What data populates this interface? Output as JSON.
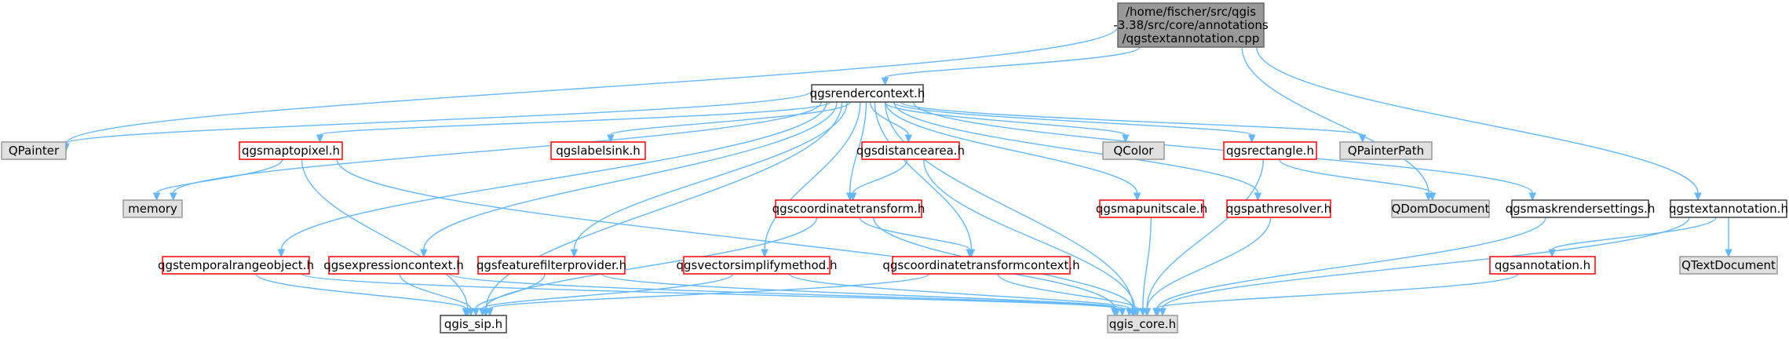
{
  "palette": {
    "root_fill": "#999999",
    "root_border": "#666666",
    "normal_fill": "#ffffff",
    "normal_border": "#404040",
    "linked_fill": "#ffffff",
    "linked_border": "#ff0000",
    "external_fill": "#e0e0e0",
    "external_border": "#999999",
    "edge": "#63b8ff"
  },
  "graph": {
    "nodes": [
      {
        "id": "root",
        "lines": [
          "/home/fischer/src/qgis",
          "-3.38/src/core/annotations",
          "/qgstextannotation.cpp"
        ],
        "style": "root"
      },
      {
        "id": "rendercontext",
        "lines": [
          "qgsrendercontext.h"
        ],
        "style": "normal"
      },
      {
        "id": "qpainter",
        "lines": [
          "QPainter"
        ],
        "style": "external"
      },
      {
        "id": "maptopixel",
        "lines": [
          "qgsmaptopixel.h"
        ],
        "style": "linked"
      },
      {
        "id": "labelsink",
        "lines": [
          "qgslabelsink.h"
        ],
        "style": "linked"
      },
      {
        "id": "distancearea",
        "lines": [
          "qgsdistancearea.h"
        ],
        "style": "linked"
      },
      {
        "id": "qcolor",
        "lines": [
          "QColor"
        ],
        "style": "external"
      },
      {
        "id": "rectangle",
        "lines": [
          "qgsrectangle.h"
        ],
        "style": "linked"
      },
      {
        "id": "qpainterpath",
        "lines": [
          "QPainterPath"
        ],
        "style": "external"
      },
      {
        "id": "memory",
        "lines": [
          "memory"
        ],
        "style": "external"
      },
      {
        "id": "coordtransform",
        "lines": [
          "qgscoordinatetransform.h"
        ],
        "style": "linked"
      },
      {
        "id": "mapunitscale",
        "lines": [
          "qgsmapunitscale.h"
        ],
        "style": "linked"
      },
      {
        "id": "pathresolver",
        "lines": [
          "qgspathresolver.h"
        ],
        "style": "linked"
      },
      {
        "id": "qdomdocument",
        "lines": [
          "QDomDocument"
        ],
        "style": "external"
      },
      {
        "id": "maskrender",
        "lines": [
          "qgsmaskrendersettings.h"
        ],
        "style": "normal"
      },
      {
        "id": "textannotation",
        "lines": [
          "qgstextannotation.h"
        ],
        "style": "normal"
      },
      {
        "id": "temporalrange",
        "lines": [
          "qgstemporalrangeobject.h"
        ],
        "style": "linked"
      },
      {
        "id": "exprcontext",
        "lines": [
          "qgsexpressioncontext.h"
        ],
        "style": "linked"
      },
      {
        "id": "featurefilter",
        "lines": [
          "qgsfeaturefilterprovider.h"
        ],
        "style": "linked"
      },
      {
        "id": "vectorsimplify",
        "lines": [
          "qgsvectorsimplifymethod.h"
        ],
        "style": "linked"
      },
      {
        "id": "coordtransformctx",
        "lines": [
          "qgscoordinatetransformcontext.h"
        ],
        "style": "linked"
      },
      {
        "id": "annotation",
        "lines": [
          "qgsannotation.h"
        ],
        "style": "linked"
      },
      {
        "id": "qtextdocument",
        "lines": [
          "QTextDocument"
        ],
        "style": "external"
      },
      {
        "id": "qgissip",
        "lines": [
          "qgis_sip.h"
        ],
        "style": "normal"
      },
      {
        "id": "qgiscore",
        "lines": [
          "qgis_core.h"
        ],
        "style": "external"
      }
    ],
    "edges": [
      {
        "from": "root",
        "to": "rendercontext"
      },
      {
        "from": "root",
        "to": "qpainter"
      },
      {
        "from": "root",
        "to": "qdomdocument"
      },
      {
        "from": "root",
        "to": "textannotation"
      },
      {
        "from": "rendercontext",
        "to": "qpainter"
      },
      {
        "from": "rendercontext",
        "to": "memory"
      },
      {
        "from": "rendercontext",
        "to": "qgissip"
      },
      {
        "from": "rendercontext",
        "to": "maptopixel"
      },
      {
        "from": "rendercontext",
        "to": "labelsink"
      },
      {
        "from": "rendercontext",
        "to": "temporalrange"
      },
      {
        "from": "rendercontext",
        "to": "exprcontext"
      },
      {
        "from": "rendercontext",
        "to": "featurefilter"
      },
      {
        "from": "rendercontext",
        "to": "vectorsimplify"
      },
      {
        "from": "rendercontext",
        "to": "coordtransform"
      },
      {
        "from": "rendercontext",
        "to": "distancearea"
      },
      {
        "from": "rendercontext",
        "to": "coordtransformctx"
      },
      {
        "from": "rendercontext",
        "to": "qgiscore"
      },
      {
        "from": "rendercontext",
        "to": "qcolor"
      },
      {
        "from": "rendercontext",
        "to": "mapunitscale"
      },
      {
        "from": "rendercontext",
        "to": "rectangle"
      },
      {
        "from": "rendercontext",
        "to": "pathresolver"
      },
      {
        "from": "rendercontext",
        "to": "qpainterpath"
      },
      {
        "from": "rendercontext",
        "to": "maskrender"
      },
      {
        "from": "maptopixel",
        "to": "memory"
      },
      {
        "from": "maptopixel",
        "to": "qgissip"
      },
      {
        "from": "maptopixel",
        "to": "qgiscore"
      },
      {
        "from": "distancearea",
        "to": "coordtransform"
      },
      {
        "from": "distancearea",
        "to": "qgiscore"
      },
      {
        "from": "rectangle",
        "to": "qdomdocument"
      },
      {
        "from": "rectangle",
        "to": "qgiscore"
      },
      {
        "from": "coordtransform",
        "to": "qgissip"
      },
      {
        "from": "coordtransform",
        "to": "coordtransformctx"
      },
      {
        "from": "coordtransform",
        "to": "qgiscore"
      },
      {
        "from": "mapunitscale",
        "to": "qgiscore"
      },
      {
        "from": "pathresolver",
        "to": "qgiscore"
      },
      {
        "from": "maskrender",
        "to": "qgiscore"
      },
      {
        "from": "textannotation",
        "to": "annotation"
      },
      {
        "from": "textannotation",
        "to": "qtextdocument"
      },
      {
        "from": "textannotation",
        "to": "qgiscore"
      },
      {
        "from": "temporalrange",
        "to": "qgissip"
      },
      {
        "from": "temporalrange",
        "to": "qgiscore"
      },
      {
        "from": "exprcontext",
        "to": "qgissip"
      },
      {
        "from": "exprcontext",
        "to": "qgiscore"
      },
      {
        "from": "featurefilter",
        "to": "qgissip"
      },
      {
        "from": "featurefilter",
        "to": "qgiscore"
      },
      {
        "from": "vectorsimplify",
        "to": "qgissip"
      },
      {
        "from": "vectorsimplify",
        "to": "qgiscore"
      },
      {
        "from": "coordtransformctx",
        "to": "qgissip"
      },
      {
        "from": "coordtransformctx",
        "to": "qgiscore"
      },
      {
        "from": "annotation",
        "to": "qgiscore"
      }
    ]
  }
}
